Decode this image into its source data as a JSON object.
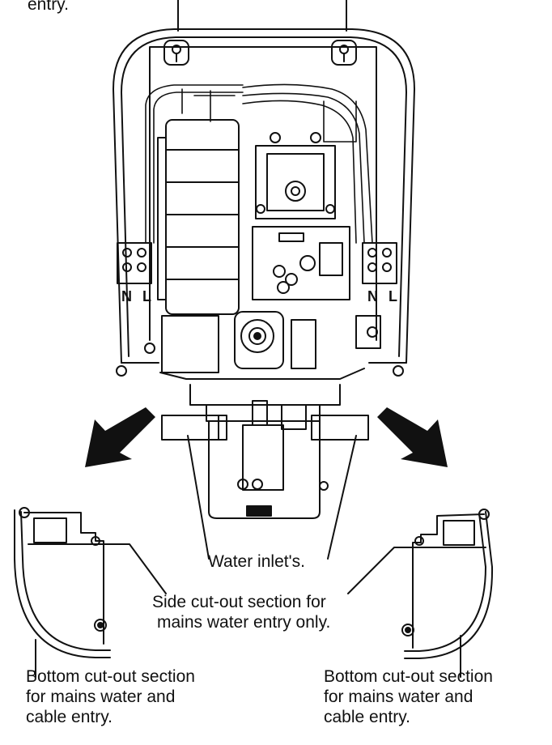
{
  "labels": {
    "top_entry": [
      "entry."
    ],
    "water_inlets": [
      "Water inlet's."
    ],
    "side_cutout": [
      "Side cut-out section for",
      "mains water entry only."
    ],
    "bottom_cutout_left": [
      "Bottom cut-out section",
      "for mains water and",
      "cable entry."
    ],
    "bottom_cutout_right": [
      "Bottom cut-out section",
      "for mains water and",
      "cable entry."
    ]
  },
  "terminal_markings": {
    "left": [
      "N",
      "L"
    ],
    "right": [
      "N",
      "L"
    ]
  }
}
